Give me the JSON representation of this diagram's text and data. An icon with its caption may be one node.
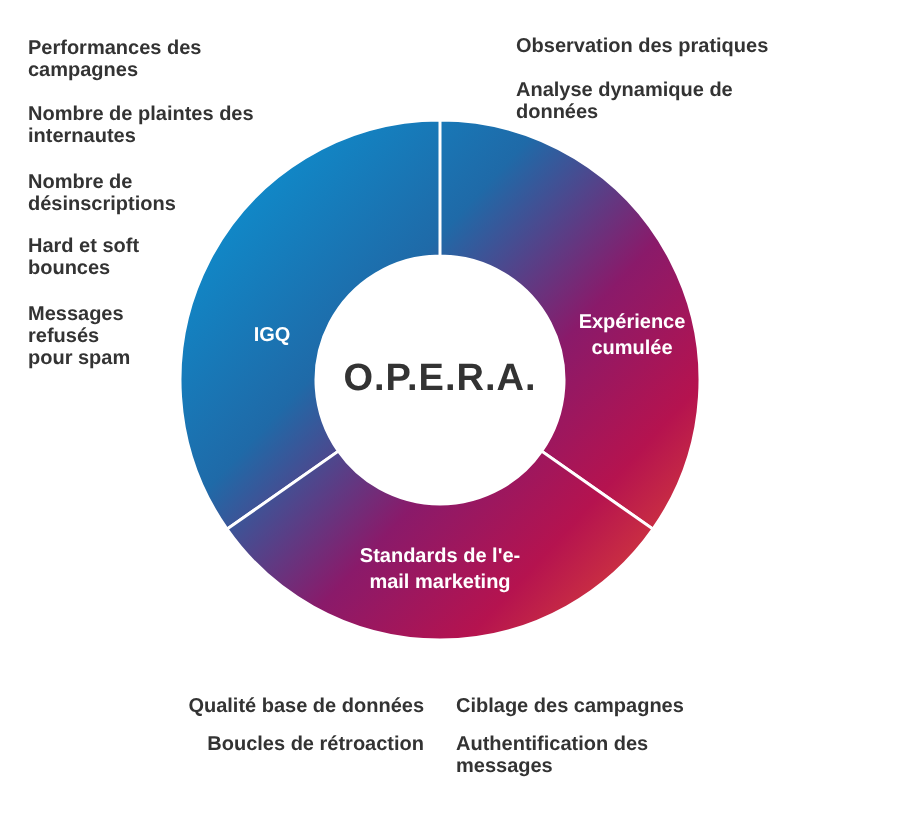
{
  "diagram": {
    "nodes": [
      {
        "text": [
          "O.P.E.R.A."
        ]
      },
      {
        "text": [
          "IGQ"
        ]
      },
      {
        "text": [
          "Expérience cumulée"
        ]
      },
      {
        "text": [
          "Standards de l'e-mail marketing"
        ]
      }
    ],
    "labels": [
      "Performances des campagnes",
      "Nombre de plaintes des internautes",
      "Nombre de désinscriptions",
      "Hard et soft bounces",
      "Messages refusés pour spam",
      "Observation des pratiques",
      "Analyse dynamique de données",
      "Qualité base de données",
      "Boucles de rétroaction",
      "Ciblage des campagnes",
      "Authentification des messages"
    ]
  }
}
